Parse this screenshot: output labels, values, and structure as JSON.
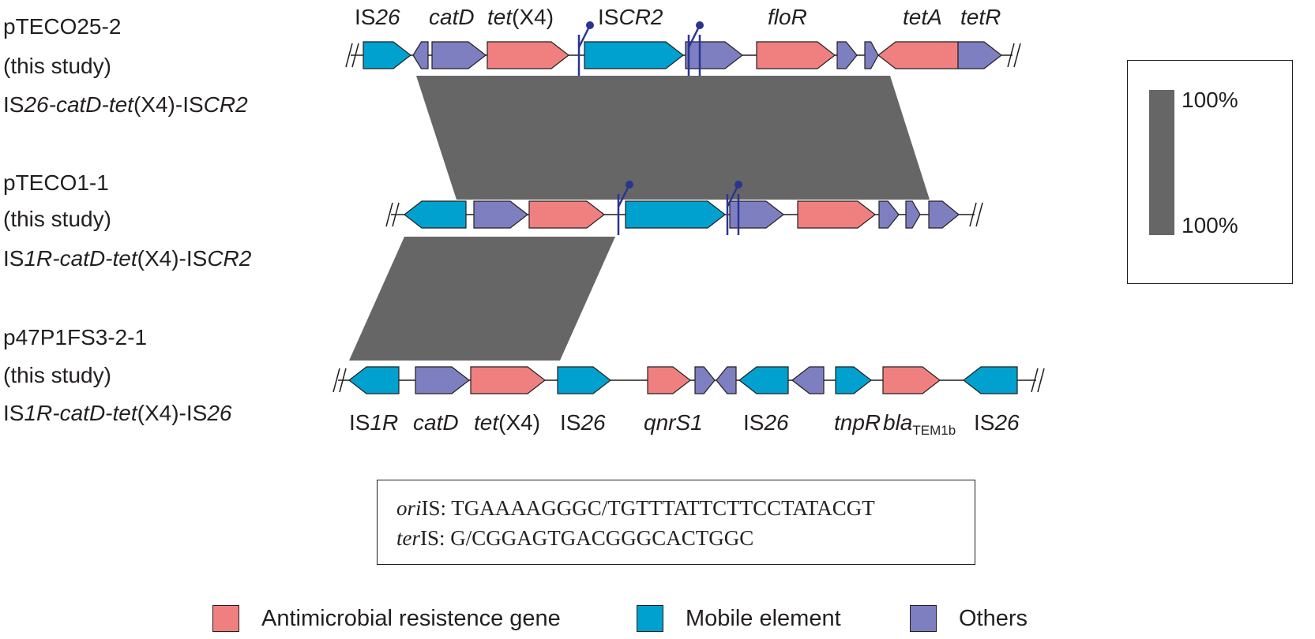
{
  "colors": {
    "resistance": "#f08080",
    "mobile": "#00a1cf",
    "others": "#7e7fc1",
    "homology": "#666666",
    "pin": "#2a3590",
    "stroke": "#231f20"
  },
  "tracks": [
    {
      "name_line1": "pTECO25-2",
      "name_line2": "(this study)",
      "name_line3_parts": [
        {
          "text": "IS",
          "italic": false
        },
        {
          "text": "26-catD-tet",
          "italic": true
        },
        {
          "text": "(X4)-IS",
          "italic": false
        },
        {
          "text": "CR2",
          "italic": true
        }
      ]
    },
    {
      "name_line1": "pTECO1-1",
      "name_line2": "(this study)",
      "name_line3_parts": [
        {
          "text": "IS",
          "italic": false
        },
        {
          "text": "1R-catD-tet",
          "italic": true
        },
        {
          "text": "(X4)-IS",
          "italic": false
        },
        {
          "text": "CR2",
          "italic": true
        }
      ]
    },
    {
      "name_line1": "p47P1FS3-2-1",
      "name_line2": "(this study)",
      "name_line3_parts": [
        {
          "text": "IS",
          "italic": false
        },
        {
          "text": "1R-catD-tet",
          "italic": true
        },
        {
          "text": "(X4)-IS",
          "italic": false
        },
        {
          "text": "26",
          "italic": true
        }
      ]
    }
  ],
  "top_gene_labels": [
    {
      "parts": [
        {
          "text": "IS",
          "italic": false
        },
        {
          "text": "26",
          "italic": true
        }
      ]
    },
    {
      "parts": [
        {
          "text": "catD",
          "italic": true
        }
      ]
    },
    {
      "parts": [
        {
          "text": "tet",
          "italic": true
        },
        {
          "text": "(X4)",
          "italic": false
        }
      ]
    },
    {
      "parts": [
        {
          "text": "IS",
          "italic": false
        },
        {
          "text": "CR2",
          "italic": true
        }
      ]
    },
    {
      "parts": [
        {
          "text": "floR",
          "italic": true
        }
      ]
    },
    {
      "parts": [
        {
          "text": "tetA",
          "italic": true
        }
      ]
    },
    {
      "parts": [
        {
          "text": "tetR",
          "italic": true
        }
      ]
    }
  ],
  "bottom_gene_labels": [
    {
      "parts": [
        {
          "text": "IS",
          "italic": false
        },
        {
          "text": "1R",
          "italic": true
        }
      ]
    },
    {
      "parts": [
        {
          "text": "catD",
          "italic": true
        }
      ]
    },
    {
      "parts": [
        {
          "text": "tet",
          "italic": true
        },
        {
          "text": "(X4)",
          "italic": false
        }
      ]
    },
    {
      "parts": [
        {
          "text": "IS",
          "italic": false
        },
        {
          "text": "26",
          "italic": true
        }
      ]
    },
    {
      "parts": [
        {
          "text": "qnrS1",
          "italic": true
        }
      ]
    },
    {
      "parts": [
        {
          "text": "IS",
          "italic": false
        },
        {
          "text": "26",
          "italic": true
        }
      ]
    },
    {
      "parts": [
        {
          "text": "tnpR",
          "italic": true
        }
      ]
    },
    {
      "parts": [
        {
          "text": "bla",
          "italic": true
        },
        {
          "text": "TEM1b",
          "italic": false,
          "sub": true
        }
      ]
    },
    {
      "parts": [
        {
          "text": "IS",
          "italic": false
        },
        {
          "text": "26",
          "italic": true
        }
      ]
    }
  ],
  "sequence_box": {
    "ori_prefix": "ori",
    "ori_suffix": "IS: ",
    "ori_seq": "TGAAAAGGGC/TGTTTATTCTTCCTATACGT",
    "ter_prefix": "ter",
    "ter_suffix": "IS: ",
    "ter_seq": "G/CGGAGTGACGGGCACTGGC"
  },
  "identity_scale": {
    "top": "100%",
    "bottom": "100%"
  },
  "legend": [
    {
      "label": "Antimicrobial resistence gene",
      "color_key": "resistance"
    },
    {
      "label": "Mobile element",
      "color_key": "mobile"
    },
    {
      "label": "Others",
      "color_key": "others"
    }
  ]
}
